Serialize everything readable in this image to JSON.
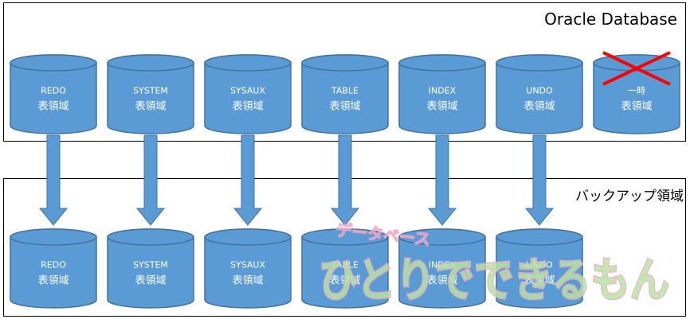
{
  "source_box": {
    "title": "Oracle Database"
  },
  "backup_box": {
    "title": "バックアップ領域"
  },
  "source_tablespaces": [
    {
      "name": "REDO",
      "suffix": "表領域",
      "excluded": false
    },
    {
      "name": "SYSTEM",
      "suffix": "表領域",
      "excluded": false
    },
    {
      "name": "SYSAUX",
      "suffix": "表領域",
      "excluded": false
    },
    {
      "name": "TABLE",
      "suffix": "表領域",
      "excluded": false
    },
    {
      "name": "INDEX",
      "suffix": "表領域",
      "excluded": false
    },
    {
      "name": "UNDO",
      "suffix": "表領域",
      "excluded": false
    },
    {
      "name": "一時",
      "suffix": "表領域",
      "excluded": true
    }
  ],
  "backup_tablespaces": [
    {
      "name": "REDO",
      "suffix": "表領域"
    },
    {
      "name": "SYSTEM",
      "suffix": "表領域"
    },
    {
      "name": "SYSAUX",
      "suffix": "表領域"
    },
    {
      "name": "TABLE",
      "suffix": "表領域"
    },
    {
      "name": "INDEX",
      "suffix": "表領域"
    },
    {
      "name": "UNDO",
      "suffix": "表領域"
    }
  ],
  "watermark": {
    "top": "データベース",
    "main": "ひとりでできるもん"
  },
  "colors": {
    "cylinder_fill": "#5b9bd5",
    "cylinder_stroke": "#41719c",
    "arrow_fill": "#5b9bd5",
    "cross": "#ff0000",
    "watermark_fill": "#b7e4a2",
    "watermark_stroke": "#f2a6c8"
  }
}
